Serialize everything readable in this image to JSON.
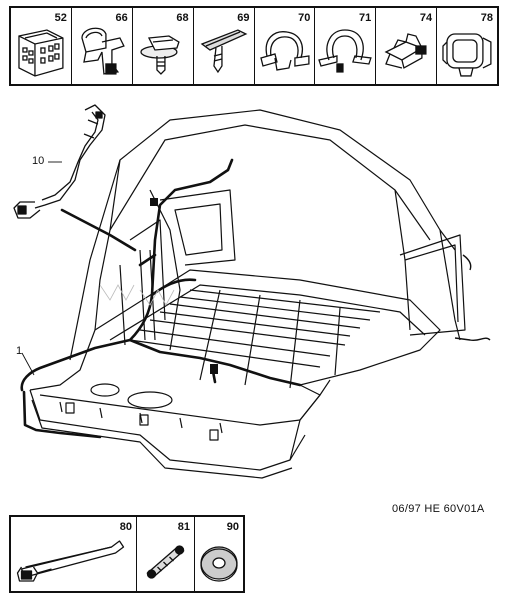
{
  "top_parts": [
    {
      "id": "52",
      "icon": "connector-block-icon"
    },
    {
      "id": "66",
      "icon": "cable-clip-icon"
    },
    {
      "id": "68",
      "icon": "push-pin-clip-icon"
    },
    {
      "id": "69",
      "icon": "tie-wrap-clip-icon"
    },
    {
      "id": "70",
      "icon": "p-clip-icon"
    },
    {
      "id": "71",
      "icon": "saddle-clamp-icon"
    },
    {
      "id": "74",
      "icon": "edge-clip-icon"
    },
    {
      "id": "78",
      "icon": "grommet-clip-icon"
    }
  ],
  "callouts": {
    "harness_10": "10",
    "harness_1": "1"
  },
  "reference": "06/97   HE  60V01A",
  "bottom_parts": [
    {
      "id": "80",
      "icon": "cable-tie-icon"
    },
    {
      "id": "81",
      "icon": "strap-clip-icon"
    },
    {
      "id": "90",
      "icon": "washer-icon"
    }
  ]
}
